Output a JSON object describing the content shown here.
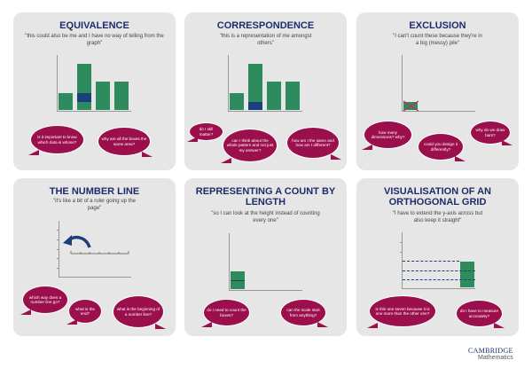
{
  "panels": [
    {
      "title": "EQUIVALENCE",
      "quote": "\"this could also be me and I have no way of telling from the graph\"",
      "bubbles": [
        "is it important to know which data is whose?",
        "why are all the boxes the same area?"
      ]
    },
    {
      "title": "CORRESPONDENCE",
      "quote": "\"this is a representation of me amongst others\"",
      "bubbles": [
        "do I still matter?",
        "can I think about the whole pattern and not just my answer?",
        "how am I the same and how am I different?"
      ]
    },
    {
      "title": "EXCLUSION",
      "quote": "\"I can't count these because they're in a big (messy) pile\"",
      "bubbles": [
        "how many dimensions? why?",
        "could you design it differently?",
        "why do we draw bars?"
      ]
    },
    {
      "title": "THE NUMBER LINE",
      "quote": "\"it's like a bit of a ruler going up the page\"",
      "bubbles": [
        "which way does a number line go?",
        "what is the end?",
        "what is the beginning of a number line?"
      ]
    },
    {
      "title": "REPRESENTING A COUNT BY LENGTH",
      "quote": "\"so I can look at the height instead of counting every one\"",
      "bubbles": [
        "do I need to count the boxes?",
        "can the scale start from anything?"
      ]
    },
    {
      "title": "VISUALISATION OF AN ORTHOGONAL GRID",
      "quote": "\"I have to extend the y-axis across but also keep it straight\"",
      "bubbles": [
        "is this one seven because it is one more than the other one?",
        "do I have to measure accurately?"
      ]
    }
  ],
  "logo": {
    "line1": "CAMBRIDGE",
    "line2": "Mathematics"
  },
  "colors": {
    "panel": "#e6e6e6",
    "title": "#1c2d6b",
    "bar": "#2e8b5e",
    "highlight": "#1b3f7a",
    "bubble": "#9b0f4c"
  }
}
